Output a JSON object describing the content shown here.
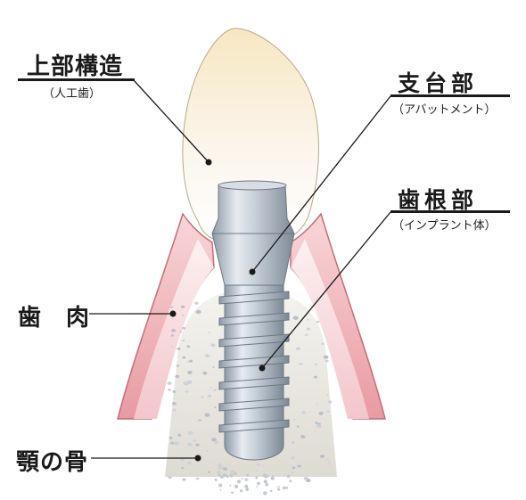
{
  "labels": {
    "crown": {
      "title": "上部構造",
      "sub": "（人工歯）"
    },
    "abutment": {
      "title": "支台部",
      "sub": "（アバットメント）"
    },
    "fixture": {
      "title": "歯根部",
      "sub": "（インプラント体）"
    },
    "gum": {
      "title": "歯　肉"
    },
    "bone": {
      "title": "顎の骨"
    }
  },
  "colors": {
    "crown_top": "#f6ead0",
    "gum": "#e9a0a6",
    "bone": "#e6e3dc",
    "metal": "#b9c3cc",
    "ink": "#1a1a1a"
  }
}
